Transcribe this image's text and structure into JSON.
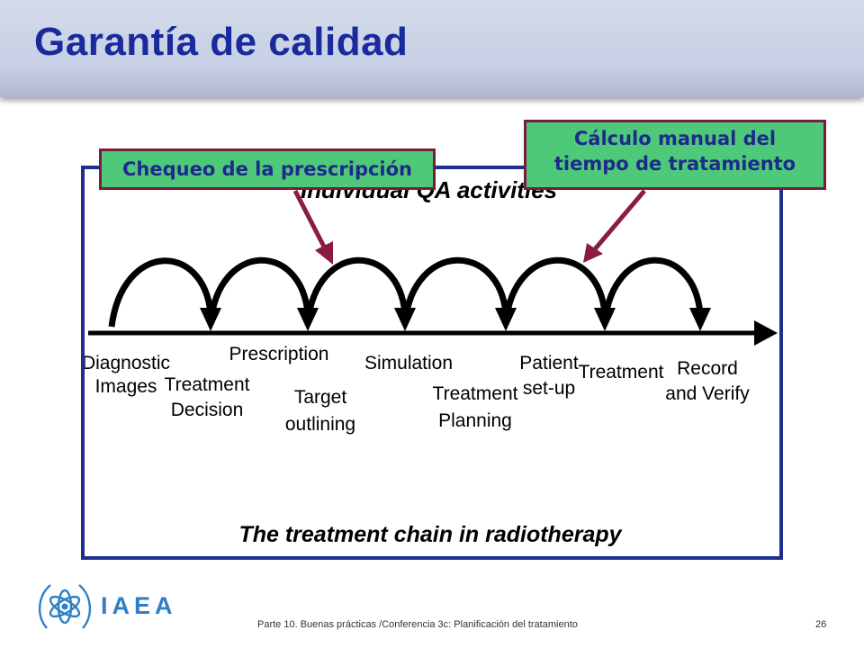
{
  "slide": {
    "title": "Garantía de calidad",
    "callouts": {
      "left": "Chequeo de la prescripción",
      "right_line1": "Cálculo manual del",
      "right_line2": "tiempo de tratamiento"
    }
  },
  "diagram": {
    "header_partial": "Individual QA activities",
    "caption": "The treatment chain in radiotherapy",
    "steps": [
      {
        "lines": [
          "Diagnostic",
          "Images"
        ]
      },
      {
        "lines": [
          "Treatment",
          "Decision"
        ]
      },
      {
        "lines": [
          "Prescription"
        ]
      },
      {
        "lines": [
          "Target",
          "outlining"
        ]
      },
      {
        "lines": [
          "Simulation"
        ]
      },
      {
        "lines": [
          "Treatment",
          "Planning"
        ]
      },
      {
        "lines": [
          "Patient",
          "set-up"
        ]
      },
      {
        "lines": [
          "Treatment"
        ]
      },
      {
        "lines": [
          "Record",
          "and Verify"
        ]
      }
    ]
  },
  "footer": {
    "logo_text": "IAEA",
    "caption": "Parte 10. Buenas prácticas /Conferencia  3c: Planificación del tratamiento",
    "page_number": "26"
  },
  "colors": {
    "title": "#1a2a9c",
    "callout_fill": "#4ec97a",
    "callout_border": "#7a1c3c",
    "frame": "#1e2f8f",
    "logo": "#2f7fc6"
  }
}
